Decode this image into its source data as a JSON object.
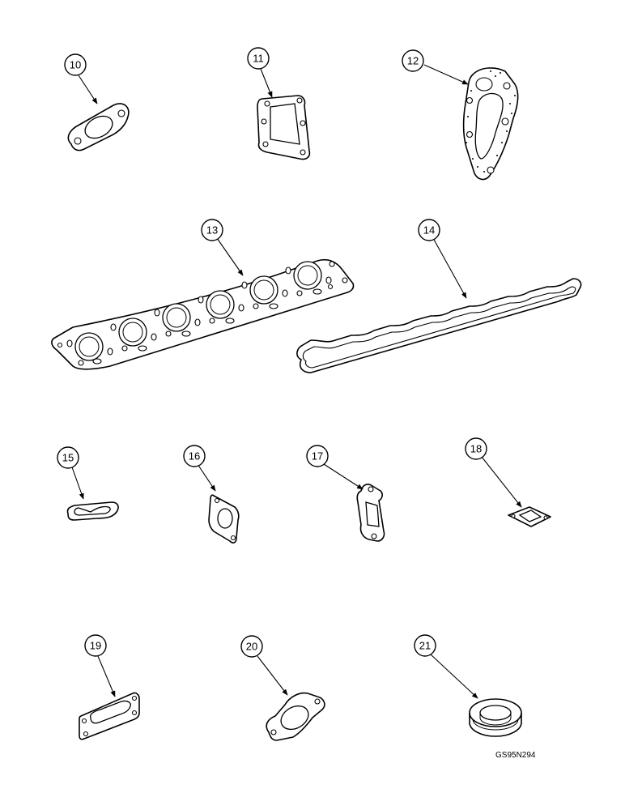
{
  "callouts": {
    "c10": "10",
    "c11": "11",
    "c12": "12",
    "c13": "13",
    "c14": "14",
    "c15": "15",
    "c16": "16",
    "c17": "17",
    "c18": "18",
    "c19": "19",
    "c20": "20",
    "c21": "21"
  },
  "figure_code": "GS95N294",
  "colors": {
    "line": "#000000",
    "background": "#ffffff"
  }
}
